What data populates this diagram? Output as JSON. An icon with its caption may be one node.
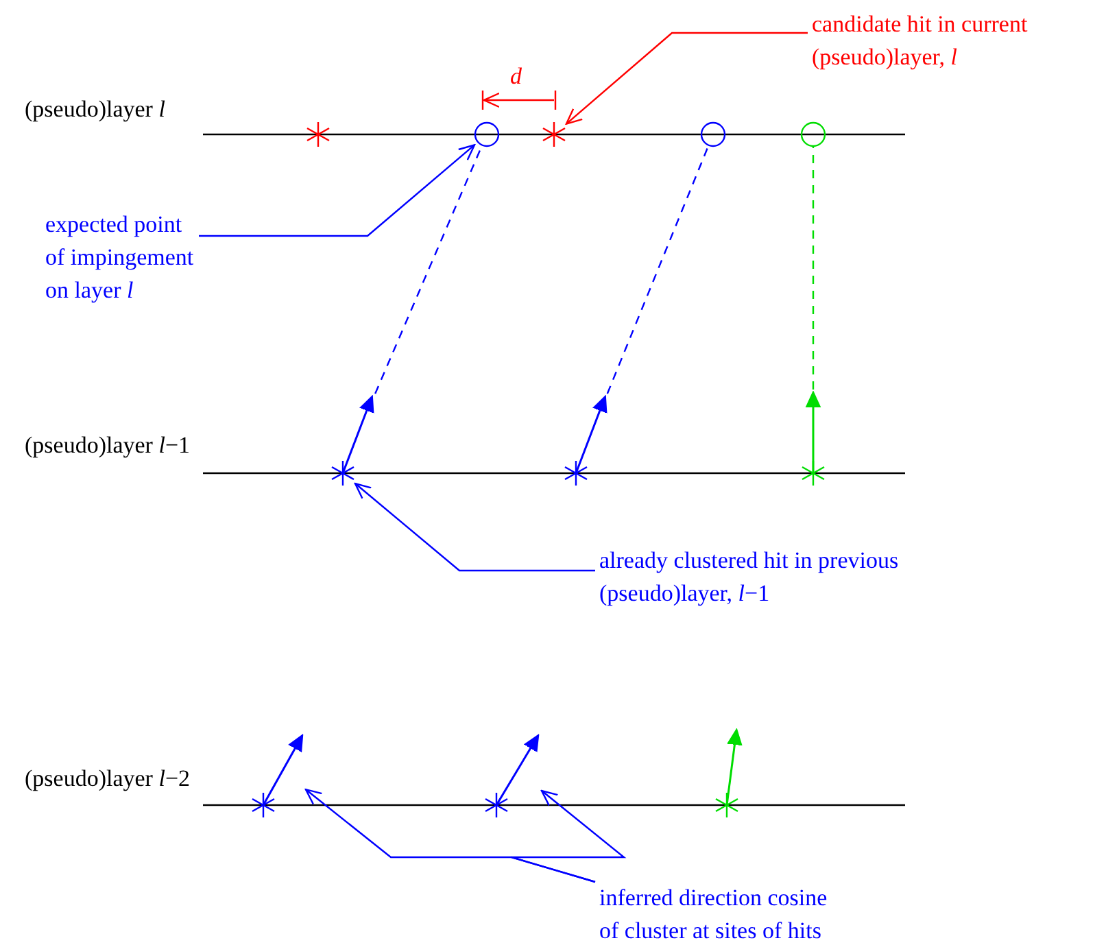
{
  "diagram": {
    "nodes": [
      {
        "text": [
          "candidate hit in current (pseudo)layer,  *l*"
        ]
      },
      {
        "text": [],
        "shape": "star"
      },
      {
        "text": [
          "expected point of impingement on layer  *l*"
        ]
      },
      {
        "text": [],
        "shape": "circle"
      },
      {
        "text": [
          "already clustered hit in previous (pseudo)layer,  *l*−1"
        ]
      },
      {
        "text": [],
        "shape": "star"
      },
      {
        "text": [
          "inferred direction cosine of cluster at sites of hits"
        ]
      },
      {
        "text": [],
        "shape": "arrow"
      },
      {
        "text": [],
        "shape": "arrow"
      },
      {
        "text": [],
        "shape": "star"
      },
      {
        "text": [],
        "shape": "circle"
      },
      {
        "text": [],
        "shape": "circle"
      },
      {
        "text": [],
        "shape": "star"
      },
      {
        "text": [],
        "shape": "star"
      },
      {
        "text": [],
        "shape": "star"
      },
      {
        "text": [],
        "shape": "star"
      },
      {
        "text": [],
        "shape": "star"
      },
      {
        "text": [],
        "shape": "arrow"
      },
      {
        "text": [],
        "shape": "arrow"
      },
      {
        "text": [],
        "shape": "arrow"
      }
    ],
    "edges": [
      {
        "from": 0,
        "to": 1,
        "arrow": "to",
        "color": "#ff0000"
      },
      {
        "from": 2,
        "to": 3,
        "arrow": "to"
      },
      {
        "from": 4,
        "to": 5,
        "arrow": "to"
      },
      {
        "from": 6,
        "to": 7,
        "arrow": "to"
      },
      {
        "from": 6,
        "to": 8,
        "arrow": "to"
      },
      {
        "from": 17,
        "to": 3,
        "arrow": "none",
        "style": "dashed"
      },
      {
        "from": 18,
        "to": 10,
        "arrow": "none",
        "style": "dashed"
      },
      {
        "from": 19,
        "to": 11,
        "arrow": "none",
        "style": "dashed",
        "color": "#00dd00"
      }
    ],
    "labels": [
      "(pseudo)layer  *l*",
      "*d*",
      "(pseudo)layer  *l*−1",
      "(pseudo)layer  *l*−2"
    ]
  }
}
